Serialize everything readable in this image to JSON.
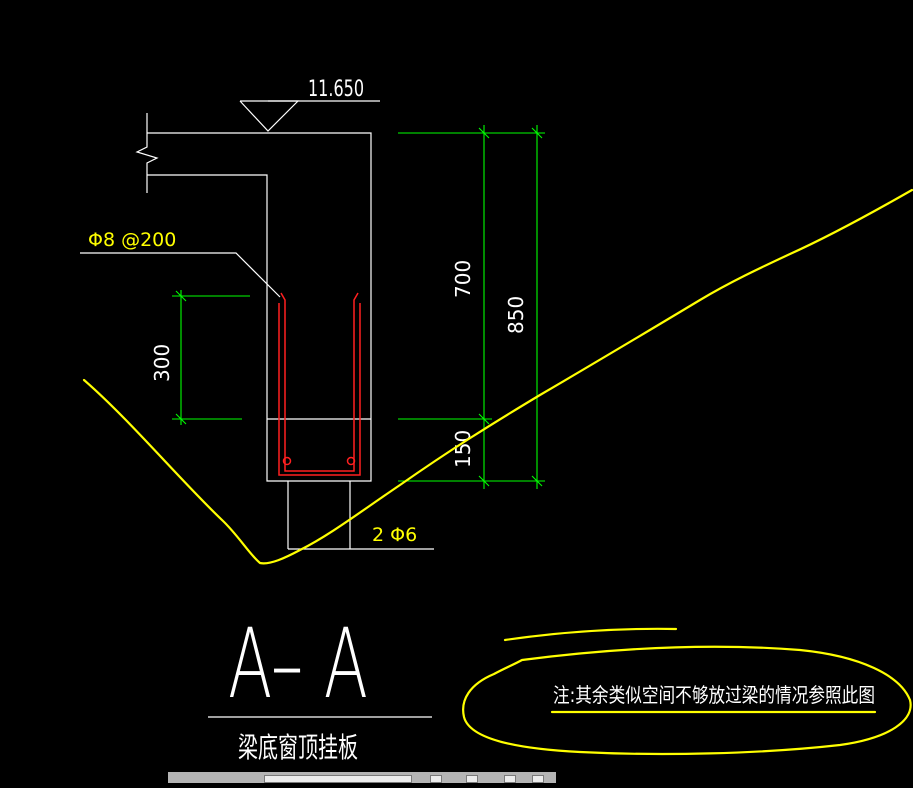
{
  "drawing": {
    "elevation_label": "11.650",
    "rebar_top_label": "Φ8 @200",
    "rebar_bottom_label": "2 Φ6",
    "dim_300": "300",
    "dim_700": "700",
    "dim_150": "150",
    "dim_850": "850",
    "section_title": "A– A",
    "section_subtitle": "梁底窗顶挂板",
    "note": "注:其余类似空间不够放过梁的情况参照此图"
  },
  "colors": {
    "background": "#000000",
    "outline": "#ffffff",
    "rebar": "#ff2020",
    "dimension": "#00ff00",
    "label": "#ffff00",
    "annotation": "#ffff00"
  }
}
